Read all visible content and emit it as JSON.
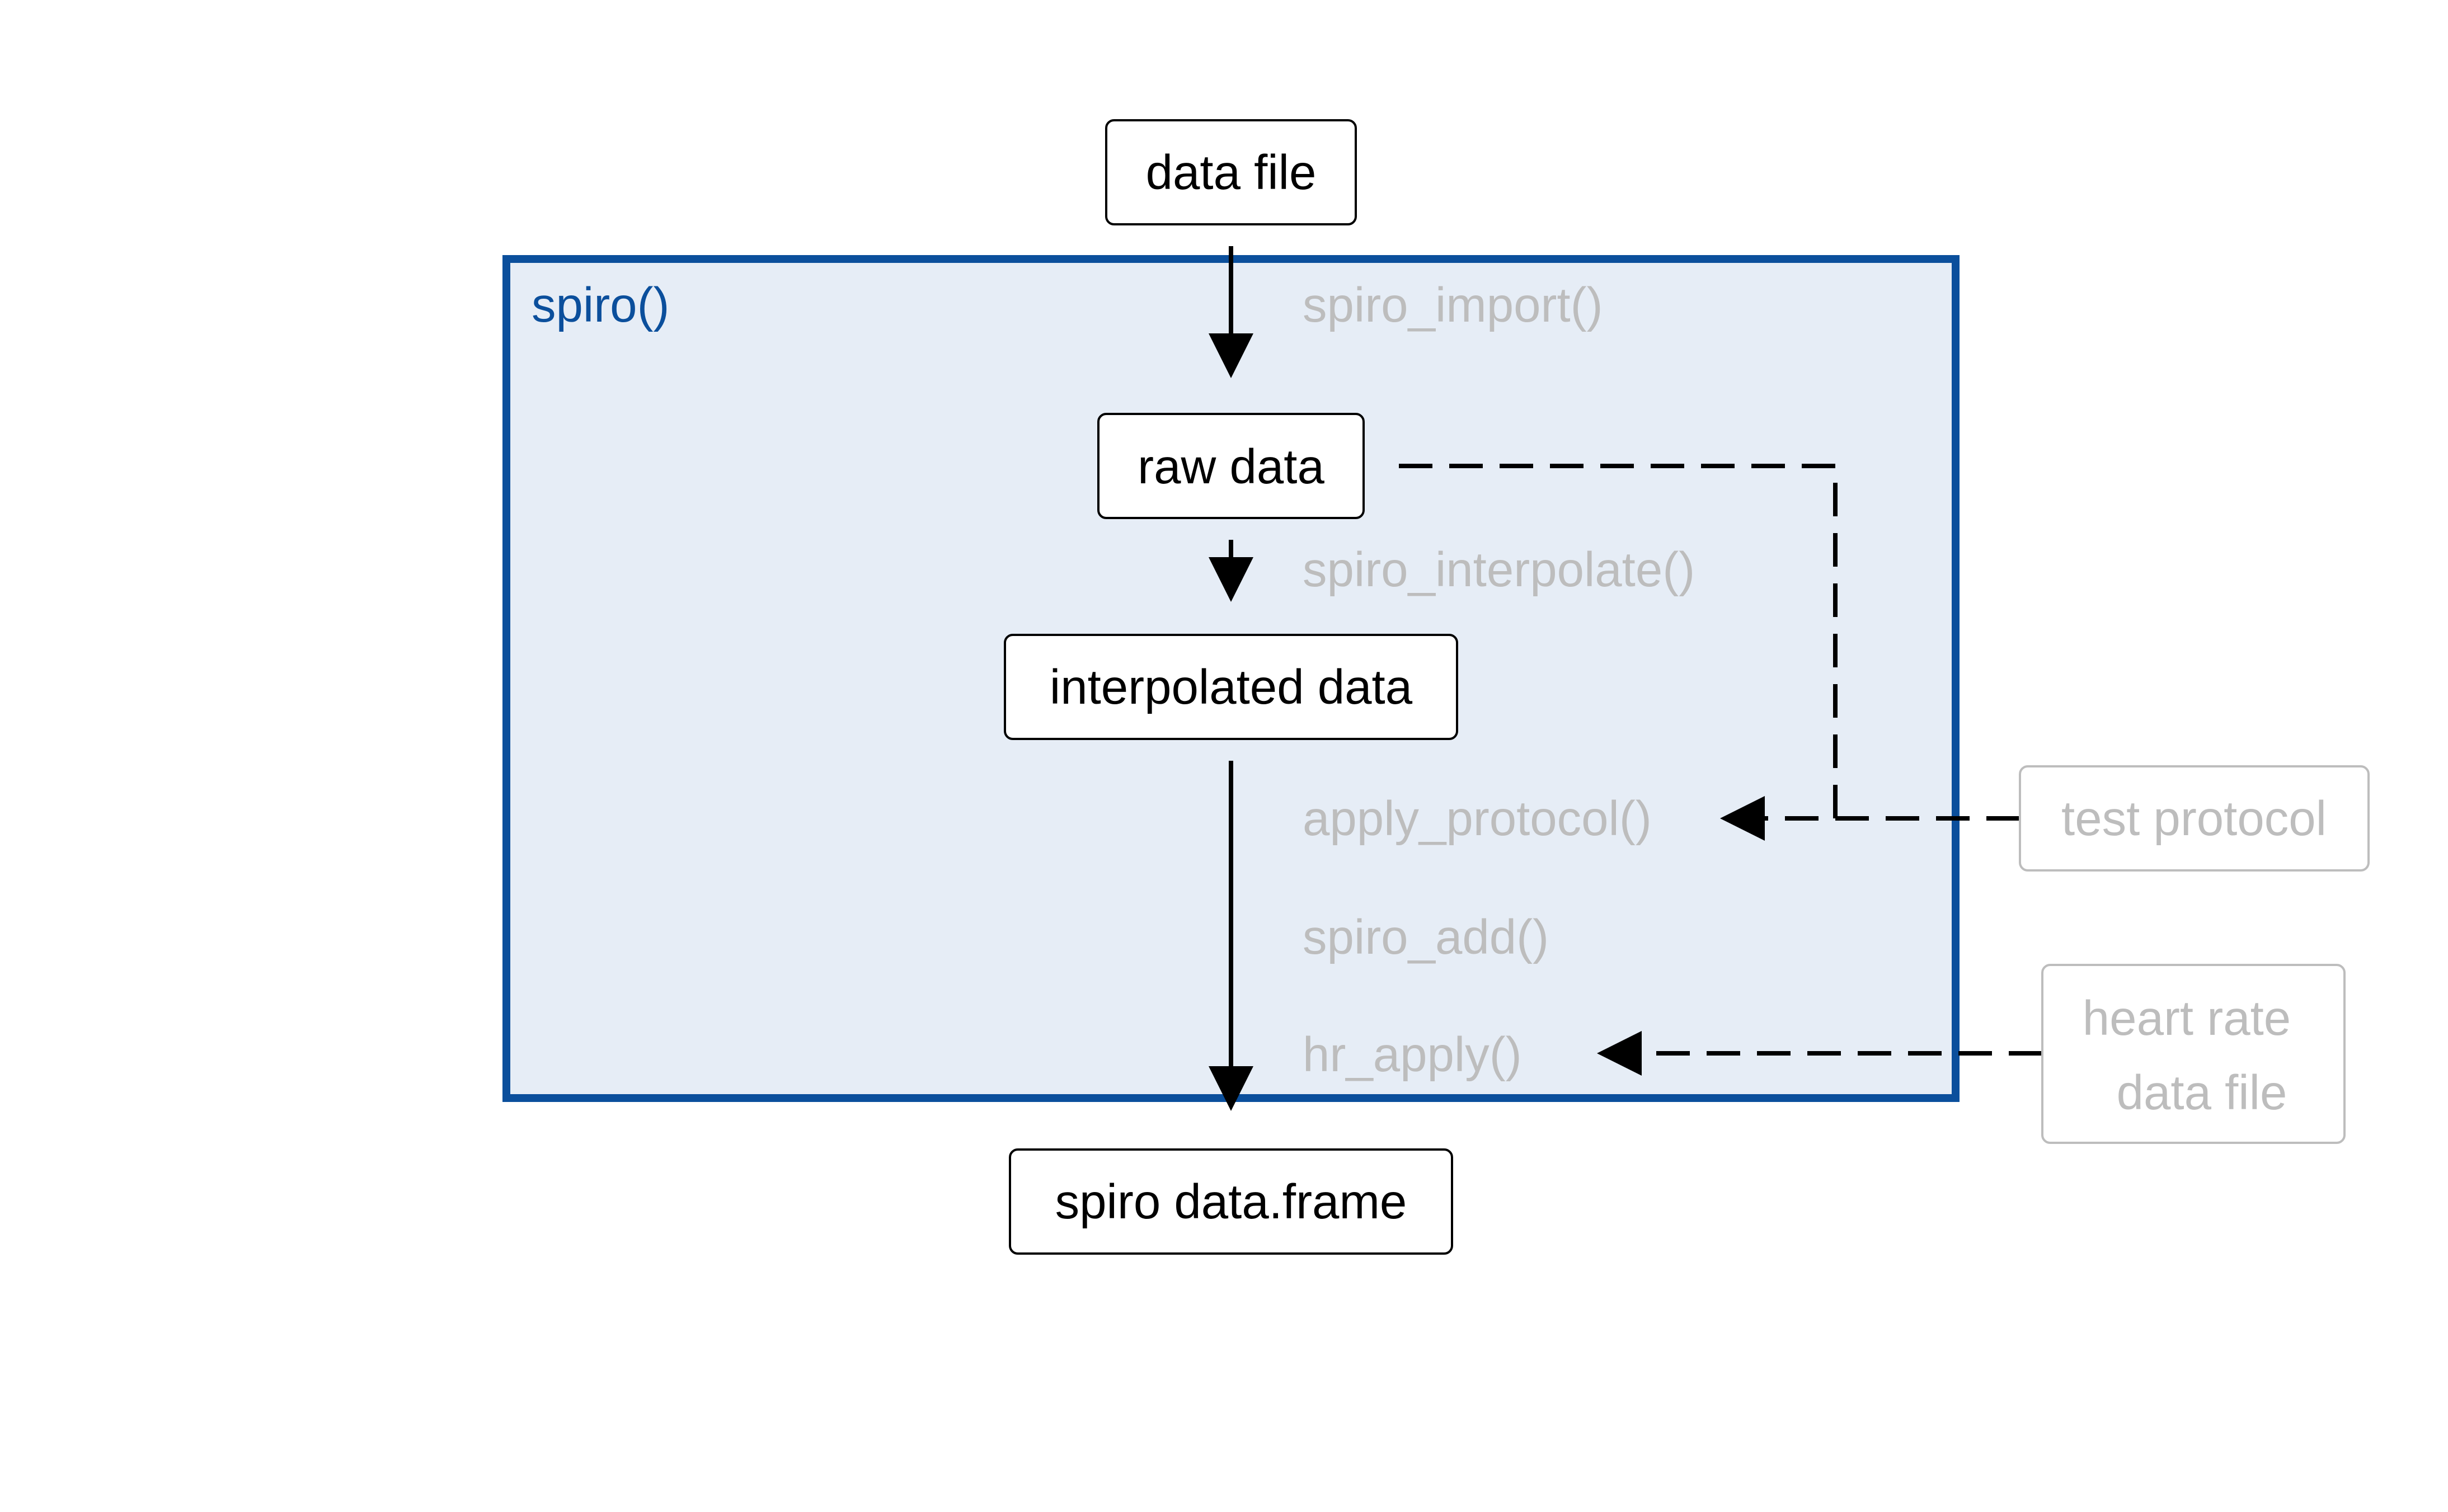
{
  "diagram": {
    "container": {
      "label": "spiro()",
      "stroke": "#0b4f9c",
      "fill": "#e6edf6"
    },
    "boxes": {
      "data_file": "data file",
      "raw_data": "raw data",
      "interpolated_data": "interpolated data",
      "spiro_data_frame": "spiro data.frame"
    },
    "functions": {
      "spiro_import": "spiro_import()",
      "spiro_interpolate": "spiro_interpolate()",
      "apply_protocol": "apply_protocol()",
      "spiro_add": "spiro_add()",
      "hr_apply": "hr_apply()"
    },
    "external_inputs": {
      "test_protocol": "test protocol",
      "heart_rate_line1": "heart rate",
      "heart_rate_line2": "data file"
    },
    "colors": {
      "primary_text": "#000000",
      "muted_text": "#bdbdbd",
      "accent": "#0b4f9c"
    }
  }
}
